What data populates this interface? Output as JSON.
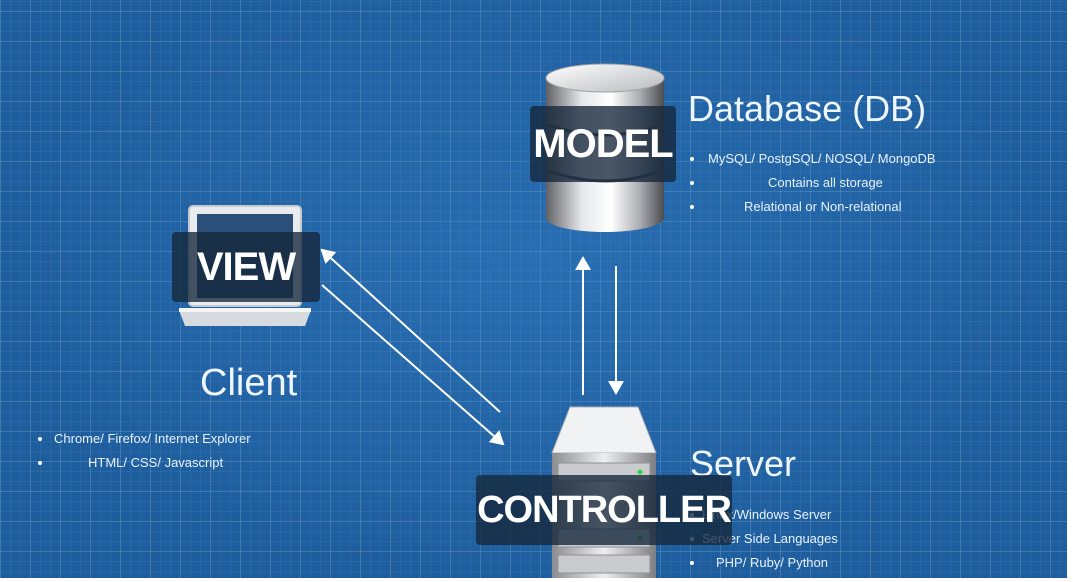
{
  "model": {
    "label": "MODEL",
    "heading": "Database (DB)",
    "bullets": [
      "MySQL/ PostgSQL/ NOSQL/ MongoDB",
      "Contains all storage",
      "Relational or Non-relational"
    ],
    "icon": "database-cylinder-icon"
  },
  "view": {
    "label": "VIEW",
    "heading": "Client",
    "bullets": [
      "Chrome/ Firefox/ Internet Explorer",
      "HTML/ CSS/ Javascript"
    ],
    "icon": "laptop-icon"
  },
  "controller": {
    "label": "CONTROLLER",
    "heading": "Server",
    "bullets": [
      "Linux/Windows Server",
      "Server Side Languages",
      "PHP/ Ruby/ Python"
    ],
    "icon": "server-icon"
  },
  "colors": {
    "background": "#1e5e9e",
    "grid": "#ffffff",
    "text": "#ffffff",
    "label_box": "#14263a"
  }
}
